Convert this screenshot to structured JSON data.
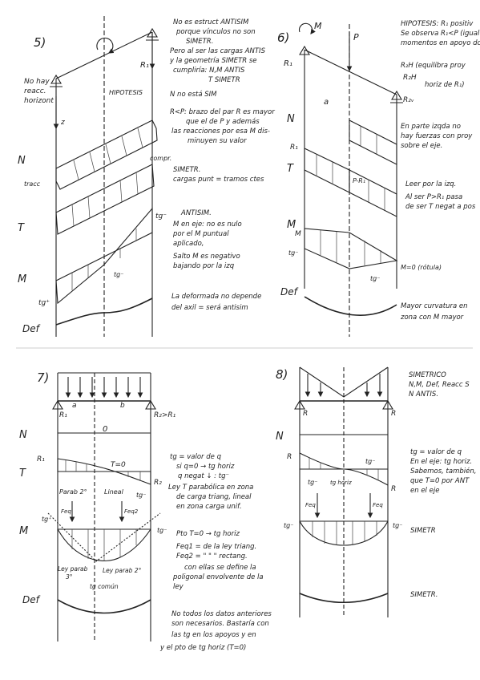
{
  "problem5": {
    "number": "5)",
    "left_note": [
      "No hay",
      "reacc.",
      "horizont"
    ],
    "reaction": "R₁",
    "hypothesis": "HIPOTESIS",
    "label_z": "z",
    "compr": "compr.",
    "trace": "tracc",
    "label_N": "N",
    "label_T": "T",
    "label_M": "M",
    "tg_plus": "tg⁺",
    "tg_minus": "tg⁻",
    "tg_minus_mid": "tg⁻",
    "def": "Def",
    "notes": [
      "No es estruct ANTISIM",
      "porque vínculos no son",
      "SIMETR.",
      "Pero al ser las cargas ANTIS",
      "y la geometría SIMETR se",
      "cumpliría: N,M ANTIS",
      "T SIMETR",
      "N no está SIM",
      "R<P: brazo del par R es mayor",
      "que el de P y además",
      "las reacciones por esa M dis-",
      "minuyen su valor",
      "SIMETR.",
      "cargas punt = tramos ctes",
      "ANTISIM.",
      "M en eje: no es nulo",
      "por el M puntual",
      "aplicado,",
      "Salto M es negativo",
      "bajando por la izq",
      "La deformada no depende",
      "del axil = será antisim"
    ]
  },
  "problem6": {
    "number": "6)",
    "label_M": "M",
    "label_P": "P",
    "R1": "R₁",
    "R2H": "R₂H",
    "R2V": "R₂ᵥ",
    "label_a": "a",
    "label_N": "N",
    "label_T": "T",
    "label_Mdiag": "M",
    "P_R1": "P-R₁",
    "M_label": "M",
    "tg_minus": "tg⁻",
    "tg_minus2": "tg⁻",
    "M0": "M=0 (rótula)",
    "def": "Def",
    "notes": [
      "HIPOTESIS: R₁ positiv",
      "Se observa R₁<P (igual",
      "momentos en apoyo dcho)",
      "R₂H (equilibra proy",
      "horiz de R₁)",
      "En parte izqda no",
      "hay fuerzas con proy",
      "sobre el eje.",
      "Leer por la izq.",
      "Al ser P>R₁ pasa",
      "de ser T negat a pos",
      "Mayor curvatura en",
      "zona con M mayor"
    ]
  },
  "problem7": {
    "number": "7)",
    "R1": "R₁",
    "R2": "R₂>R₁",
    "label_a": "a",
    "label_b": "b",
    "label_N": "N",
    "zero": "0",
    "label_T": "T",
    "R1_left": "R₁",
    "T0": "T=0",
    "R2_right": "R₂",
    "parab": "Parab 2°",
    "lineal": "Lineal",
    "tg_minus": "tg⁻",
    "Feq1": "Feq",
    "Feq2": "Feq2",
    "label_M": "M",
    "tg_plus": "tg⁺",
    "tg_minus2": "tg⁻",
    "ley_parab3": [
      "Ley parab",
      "3°"
    ],
    "ley_parab2": "Ley parab 2°",
    "tg_comun": "tg común",
    "def": "Def",
    "notes": [
      "tg = valor de q",
      "si q=0 → tg horiz",
      "q negat ↓ : tg⁻",
      "Ley T parabólica en zona",
      "de carga triang, lineal",
      "en zona carga unif.",
      "Pto T=0 → tg horiz",
      "Feq1 = de la ley triang.",
      "Feq2 = \" \" \" rectang.",
      "con ellas se define la",
      "poligonal envolvente de la",
      "ley",
      "No todos los datos anteriores",
      "son necesarios. Bastaría con",
      "las tg en los apoyos y en",
      "y el pto de tg horiz (T=0)"
    ]
  },
  "problem8": {
    "number": "8)",
    "R_left": "R",
    "R_right": "R",
    "label_N": "N",
    "R_T": "R",
    "tg_minus": "tg⁻",
    "tg_minus2": "tg⁻",
    "tg_horiz": "tg horiz",
    "R_T2": "R",
    "Feq_left": "Feq",
    "Feq_right": "Feq",
    "tg_M_left": "tg⁻",
    "tg_M_right": "tg⁻",
    "notes": [
      "SIMETRICO",
      "N,M, Def, Reacc S",
      "N ANTIS.",
      "tg = valor de q",
      "En el eje: tg horiz.",
      "Sabemos, también,",
      "que T=0 por ANT",
      "en el eje",
      "SIMETR",
      "SIMETR."
    ]
  }
}
